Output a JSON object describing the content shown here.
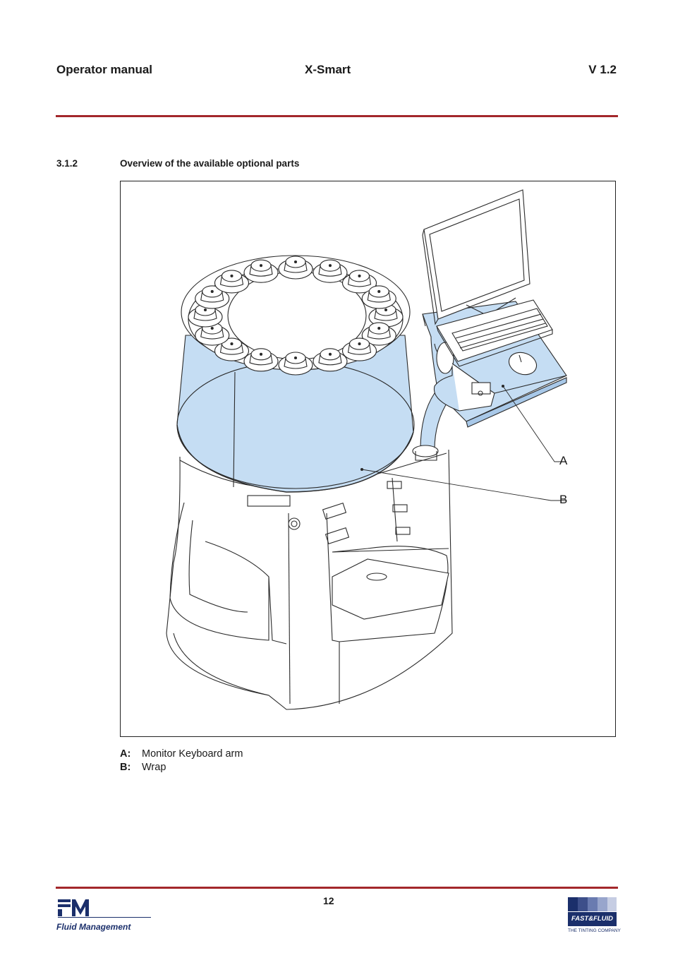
{
  "header": {
    "left": "Operator manual",
    "center": "X-Smart",
    "right": "V 1.2"
  },
  "section": {
    "number": "3.1.2",
    "title": "Overview of the available optional parts"
  },
  "figure": {
    "callouts": [
      "A",
      "B"
    ]
  },
  "legend": [
    {
      "key": "A:",
      "text": "Monitor Keyboard arm"
    },
    {
      "key": "B:",
      "text": "Wrap"
    }
  ],
  "footer": {
    "page": "12",
    "left_logo_text": "Fluid Management",
    "right_logo_text": "FAST&FLUID",
    "right_logo_tagline": "THE TINTING COMPANY"
  },
  "colors": {
    "rule": "#a3272b",
    "highlight": "#c5ddf3",
    "logo_navy": "#1b2f6b"
  }
}
